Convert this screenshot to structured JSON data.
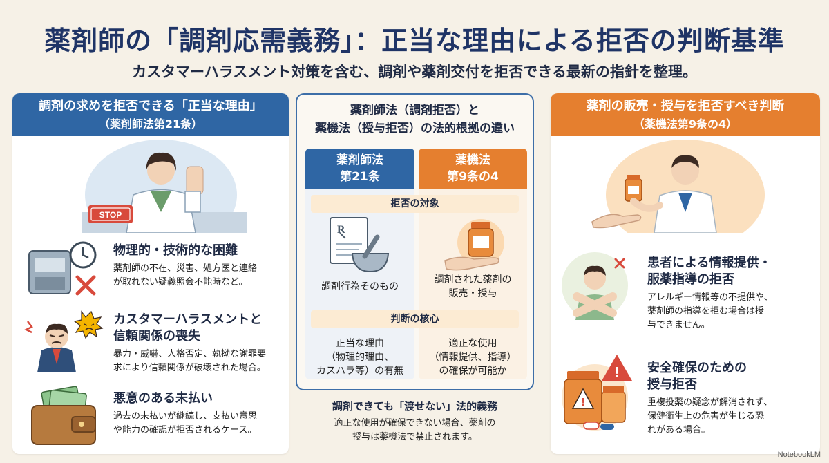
{
  "title": "薬剤師の「調剤応需義務」：正当な理由による拒否の判断基準",
  "subtitle": "カスタマーハラスメント対策を含む、調剤や薬剤交付を拒否できる最新の指針を整理。",
  "left": {
    "head_line1": "調剤の求めを拒否できる「正当な理由」",
    "head_line2": "（薬剤師法第21条）",
    "stop_sign": "STOP",
    "items": [
      {
        "title": "物理的・技術的な困難",
        "desc_1": "薬剤師の不在、災害、処方医と連絡",
        "desc_2": "が取れない疑義照会不能時など。"
      },
      {
        "title_1": "カスタマーハラスメントと",
        "title_2": "信頼関係の喪失",
        "desc_1": "暴力・威嚇、人格否定、執拗な謝罪要",
        "desc_2": "求により信頼関係が破壊された場合。"
      },
      {
        "title": "悪意のある未払い",
        "desc_1": "過去の未払いが継続し、支払い意思",
        "desc_2": "や能力の確認が拒否されるケース。"
      }
    ]
  },
  "center": {
    "head_line1": "薬剤師法（調剤拒否）と",
    "head_line2": "薬機法（授与拒否）の法的根拠の違い",
    "col_left_1": "薬剤師法",
    "col_left_2": "第21条",
    "col_right_1": "薬機法",
    "col_right_2": "第9条の4",
    "band_target": "拒否の対象",
    "target_left": "調剤行為そのもの",
    "target_right_1": "調剤された薬剤の",
    "target_right_2": "販売・授与",
    "band_core": "判断の核心",
    "core_left_1": "正当な理由",
    "core_left_2": "（物理的理由、",
    "core_left_3": "カスハラ等）の有無",
    "core_right_1": "適正な使用",
    "core_right_2": "（情報提供、指導）",
    "core_right_3": "の確保が可能か",
    "bottom_title": "調剤できても「渡せない」法的義務",
    "bottom_desc_1": "適正な使用が確保できない場合、薬剤の",
    "bottom_desc_2": "授与は薬機法で禁止されます。"
  },
  "right": {
    "head_line1": "薬剤の販売・授与を拒否すべき判断",
    "head_line2": "（薬機法第9条の4）",
    "items": [
      {
        "title_1": "患者による情報提供・",
        "title_2": "服薬指導の拒否",
        "desc_1": "アレルギー情報等の不提供や、",
        "desc_2": "薬剤師の指導を拒む場合は授",
        "desc_3": "与できません。"
      },
      {
        "title_1": "安全確保のための",
        "title_2": "授与拒否",
        "desc_1": "重複投薬の疑念が解消されず、",
        "desc_2": "保健衛生上の危害が生じる恐",
        "desc_3": "れがある場合。"
      }
    ]
  },
  "brand": "NotebookLM",
  "colors": {
    "blue": "#2f66a4",
    "orange": "#e57f2f",
    "background": "#f6f1e7"
  }
}
